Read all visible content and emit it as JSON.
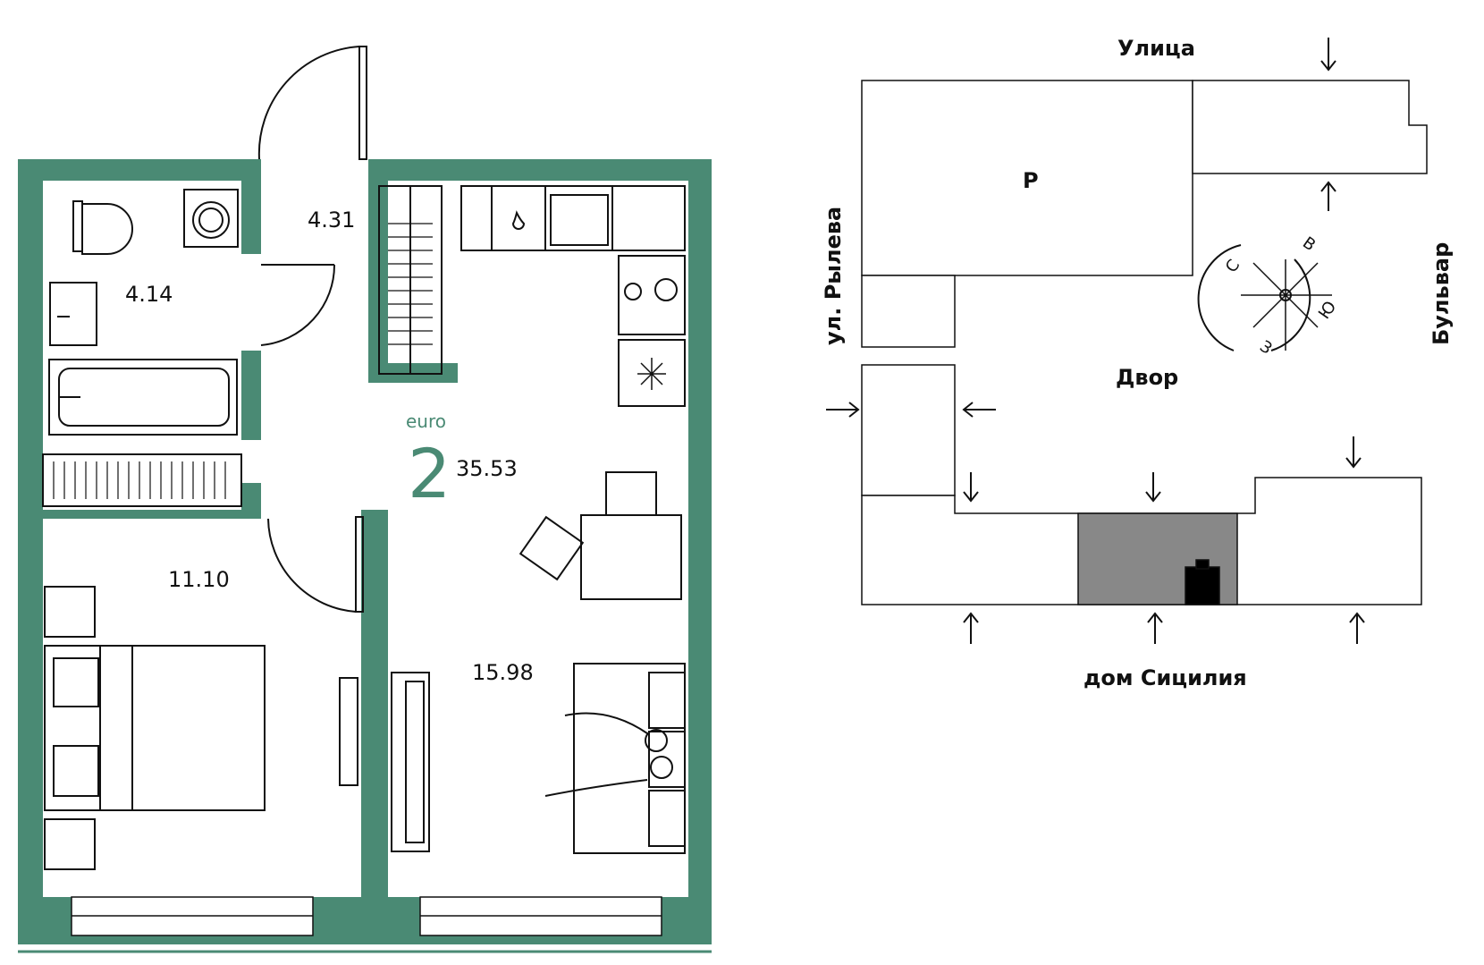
{
  "colors": {
    "wall": "#4a8a74",
    "accent": "#4a8a74",
    "line": "#111111",
    "section_fill": "#888888"
  },
  "plan": {
    "type_label": "euro",
    "rooms_count": "2",
    "total_area": "35.53",
    "rooms": {
      "bathroom_area": "4.14",
      "hall_area": "4.31",
      "bedroom_area": "11.10",
      "living_area": "15.98"
    }
  },
  "site": {
    "street_top": "Улица",
    "street_left": "ул. Рылева",
    "street_right": "Бульвар",
    "yard": "Двор",
    "house": "дом Сицилия",
    "building_letter": "Р",
    "compass": {
      "n": "С",
      "e": "В",
      "s": "Ю",
      "w": "З"
    }
  }
}
